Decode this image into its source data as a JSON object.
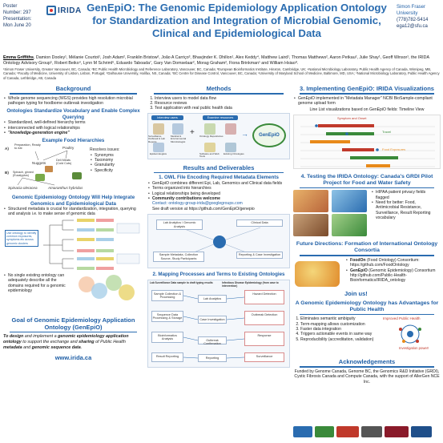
{
  "header": {
    "poster_label": "Poster",
    "poster_number": "Number: 297",
    "presentation_label": "Presentation:",
    "presentation_date": "Mon June 20",
    "logo_text": "IRIDA",
    "title": "GenEpiO: The Genomic Epidemiology Application Ontology for Standardization and Integration of Microbial Genomic, Clinical and Epidemiological Data",
    "contact_name": "Simon Fraser University",
    "contact_phone": "(778)782-5414",
    "contact_email": "ega12@sfu.ca"
  },
  "authors": {
    "first": "Emma Griffiths",
    "rest": ", Damion Dooley¹, Mélanie Courtot¹, Josh Adam², Franklin Bristow², João A Carriço³, Bhavjinder K. Dhillon¹, Alex Keddy⁴, Matthew Laird¹, Thomas Matthews², Aaron Petkau², Julie Shay¹, Geoff Winsor¹, the IRIDA Ontology Advisory Group⁵, Robert Beiko⁴, Lynn M Schriml⁶, Eduardo Taboada⁷, Gary Van Domselaar², Morag Graham², Fiona Brinkman¹ and William Hsiao⁸.",
    "affiliations": "¹Simon Fraser University, Greater Vancouver, BC, Canada; ²BC Public Health Microbiology and Reference Laboratory, Vancouver, BC, Canada; ³European Bioinformatics Institute, Hinxton, Cambridge, UK; ⁴National Microbiology Laboratory, Public Health Agency of Canada, Winnipeg, MB, Canada; ⁵Faculty of Medicine, University of Lisbon, Lisbon, Portugal; ⁶Dalhousie University, Halifax, NS, Canada; ⁷BC Centre for Disease Control, Vancouver, BC, Canada; ⁸University of Maryland School of Medicine, Baltimore, MD, USA; ⁹National Microbiology Laboratory, Public Health Agency of Canada, Lethbridge, AB, Canada"
  },
  "background": {
    "title": "Background",
    "bullets": [
      "Whole genome sequencing (WGS) provides high resolution microbial pathogen typing for foodborne outbreak investigation"
    ],
    "sub1": "Ontologies Standardize Vocabulary and Enable Complex Querying",
    "sub1_bullets": [
      "Standardized, well-defined hierarchy terms",
      "interconnected with logical relationships",
      "\"knowledge-generation engine\""
    ],
    "hier_title": "Example Food Hierarchies",
    "hier_a_label": "A)",
    "hier_b_label": "B)",
    "hier_nodes": [
      "Preparation, Ready to eat",
      "Poultry",
      "Nuggets",
      "Deli Meats (Cold Cuts)",
      "Spinach, ginned (Eucalyptus)",
      "Spinacia oleracea",
      "Amaranthus hybridus"
    ],
    "resolves_title": "Resolves issues:",
    "resolves": [
      "Synonyms",
      "Taxonomy",
      "Granularity",
      "Specificity"
    ],
    "sub2": "Genomic Epidemiology Ontology Will Help Integrate Genomics and Epidemiological Data",
    "sub2_bullets": [
      "Structured metadata is crucial for standardization, integration, querying and analysis i.e. to make sense of genomic data"
    ],
    "diagram_note": "Use ontology to identify common exposures, symptoms etc across genomic clusters",
    "single_bullet": "No single existing ontology can adequately describe all the domains required for a genomic epidemiology",
    "goal_title": "Goal of Genomic Epidemiology Application Ontology (GenEpiO)",
    "goal_text_1": "To design",
    "goal_text_2": " and implement a ",
    "goal_text_3": "genomic epidemiology application ontology",
    "goal_text_4": " to support the exchange and ",
    "goal_text_5": "sharing",
    "goal_text_6": " of Public Health ",
    "goal_text_7": "metadata",
    "goal_text_8": " and ",
    "goal_text_9": "genomic sequence data",
    "goal_text_10": ".",
    "site_url": "www.irida.ca"
  },
  "methods": {
    "title": "Methods",
    "steps": [
      "Interview users to model data flow",
      "Resource reviews",
      "Test application with real public health data"
    ],
    "tag_interview": "Interview users",
    "tag_examine": "Examine resources",
    "captions": [
      "Surveillance, Outbreak & Lab Reports",
      "Medical & Environmental Microbiologist",
      "Ontology Repositories",
      "Epidemiologists",
      "Software and Web Tools",
      "Existing Ontologies"
    ],
    "genepio_label": "GenEpiO"
  },
  "results": {
    "title": "Results and Deliverables",
    "sub1": "1. OWL File Encoding Required Metadata Elements",
    "bullets": [
      "GenEpiO combines different Epi, Lab, Genomics and Clinical data fields",
      "Terms organized into hierarchies",
      "Logical relationships being developed",
      "Community contributions welcome"
    ],
    "contact_line": "Contact: ontology-group-irida@googlegroups.com",
    "draft_line": "See draft version at https://github.com/GenEpiO/genepio",
    "diagram_nodes": [
      "Lab Analytics / Genomic Analysis",
      "Clinical Data",
      "Sample Metadata, Collection Source, Study Participants",
      "Reporting & Case Investigation"
    ],
    "sub2": "2. Mapping Processes and Terms to Existing Ontologies",
    "map_left_header": "Lab Surveillance Data sample to draft typing results",
    "map_right_header": "Infectious Disease Epidemiology (from case to intervention)",
    "map_nodes_left": [
      "Sample Collection & Processing",
      "Sequence Data Processing & Storage",
      "Bioinformatics Analysis",
      "Result Reporting"
    ],
    "map_nodes_mid": [
      "Lab Analytics",
      "Case Investigation",
      "Outbreak Confirmation",
      "Reporting"
    ],
    "map_nodes_right": [
      "Hazard Detection",
      "Outbreak Detection",
      "Response",
      "Surveillance"
    ]
  },
  "implementing": {
    "title": "3. Implementing GenEpiO: IRIDA Visualizations",
    "bullets": [
      "GenEpiO implemented in \"Metadata Manager\" NCBI BioSample-compliant genome upload form"
    ],
    "timeline_caption": "Line List visualizations based on GenEpiO fields: Timeline View",
    "timeline_legend_1": "Symptom and Onset",
    "timeline_legend_2": "Travel",
    "timeline_legend_3": "Food Exposures"
  },
  "testing": {
    "title": "4. Testing the IRIDA Ontology: Canada's GRDI Pilot Project for Food and Water Safety",
    "bullets": [
      "HIPAA patient privacy fields flagged",
      "Need for better: Food, Antimicrobial Resistance, Surveillance, Result Reporting vocabulary"
    ]
  },
  "future": {
    "title": "Future Directions: Formation of International Ontology Consortia",
    "bullet1_bold": "FoodOn",
    "bullet1_rest": " (Food Ontology) Consortium: https://github.com/FoodOntology",
    "bullet2_bold": "GenEpiO",
    "bullet2_rest": " (Genomic Epidemiology) Consortium http://github.com/Public-Health-Bioinformatics/IRIDA_ontology",
    "join": "Join us!"
  },
  "advantages": {
    "title": "A Genomic Epidemiology Ontology has Advantages for Public Health",
    "items": [
      "Eliminates semantic ambiguity",
      "Term-mapping allows customization",
      "Faster data integration",
      "Triggers actionable events in same way",
      "Reproducibility (accreditation, validation)"
    ],
    "label_improved": "Improved Public Health",
    "label_investigation": "Investigation power!"
  },
  "acknowledgements": {
    "title": "Acknowledgements",
    "text": "Funded by Genome Canada, Genome BC, the Genomics R&D Initiative (GRDI), Cystic Fibrosis Canada and Compute Canada, with the support of AllerGen NCE Inc."
  },
  "colors": {
    "accent": "#2a6cb0",
    "title_blue": "#2a6cb0",
    "red": "#c0392b",
    "green": "#3a8a3a",
    "orange": "#e88a1a"
  },
  "icons": [
    "irida-logo-icon",
    "person-icon",
    "document-icon",
    "database-icon",
    "timeline-icon",
    "food-photo-icon",
    "sfu-logo-icon",
    "genome-canada-logo-icon"
  ]
}
